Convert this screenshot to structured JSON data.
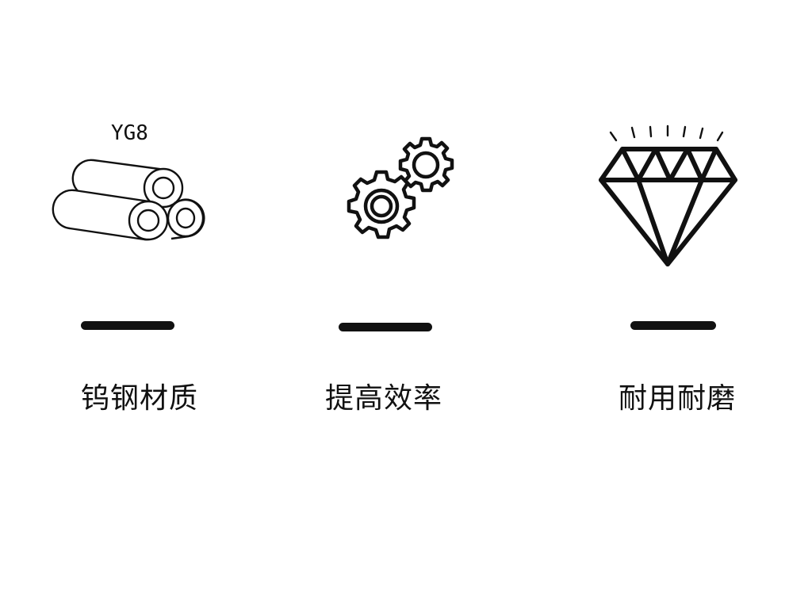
{
  "features": [
    {
      "icon": "tungsten-rods-icon",
      "icon_text": "YG8",
      "label": "钨钢材质"
    },
    {
      "icon": "gears-icon",
      "label": "提高效率"
    },
    {
      "icon": "diamond-icon",
      "label": "耐用耐磨"
    }
  ],
  "colors": {
    "background": "#ffffff",
    "ink": "#111111"
  }
}
